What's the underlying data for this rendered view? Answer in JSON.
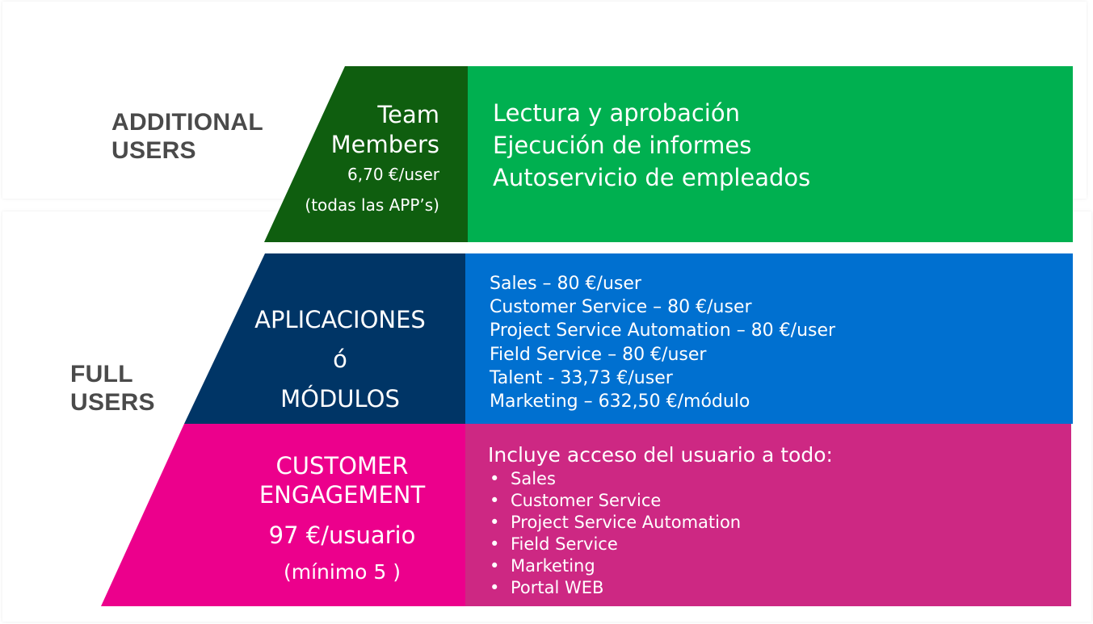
{
  "colors": {
    "additional_dark": "#0f5e0f",
    "additional_light": "#00b050",
    "apps_dark": "#003566",
    "apps_light": "#0070d0",
    "engagement_dark": "#ec008c",
    "engagement_light": "#cd2883"
  },
  "additional_users": {
    "label_line1": "ADDITIONAL",
    "label_line2": "USERS",
    "tier": {
      "title_line1": "Team",
      "title_line2": "Members",
      "price": "6,70 €/user",
      "note": "(todas las APP’s)"
    },
    "features": [
      "Lectura y aprobación",
      "Ejecución de informes",
      "Autoservicio de empleados"
    ]
  },
  "full_users": {
    "label_line1": "FULL",
    "label_line2": "USERS",
    "apps_tier": {
      "title_line1": "APLICACIONES",
      "title_line2": "ó",
      "title_line3": "MÓDULOS",
      "items": [
        "Sales – 80 €/user",
        "Customer Service – 80 €/user",
        "Project Service Automation – 80 €/user",
        "Field Service – 80 €/user",
        "Talent - 33,73 €/user",
        "Marketing – 632,50 €/módulo"
      ]
    },
    "engagement_tier": {
      "title_line1": "CUSTOMER",
      "title_line2": "ENGAGEMENT",
      "price": "97 €/usuario",
      "note": "(mínimo 5 )",
      "intro": "Incluye acceso del usuario a todo:",
      "bullet": "•",
      "items": [
        "Sales",
        "Customer Service",
        "Project Service Automation",
        "Field Service",
        "Marketing",
        "Portal WEB"
      ]
    }
  }
}
